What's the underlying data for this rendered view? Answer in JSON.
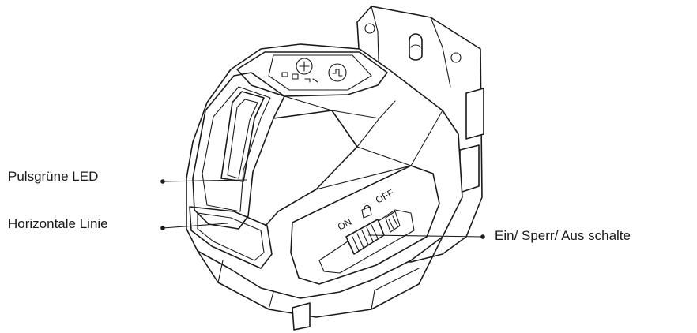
{
  "diagram": {
    "callouts": {
      "led": "Pulsgrüne LED",
      "horizontal_line": "Horizontale Linie",
      "switch": "Ein/ Sperr/ Aus schalte"
    },
    "switch_marks": {
      "on": "ON",
      "off": "OFF"
    },
    "colors": {
      "line": "#1a1a1a",
      "background": "#ffffff"
    }
  }
}
